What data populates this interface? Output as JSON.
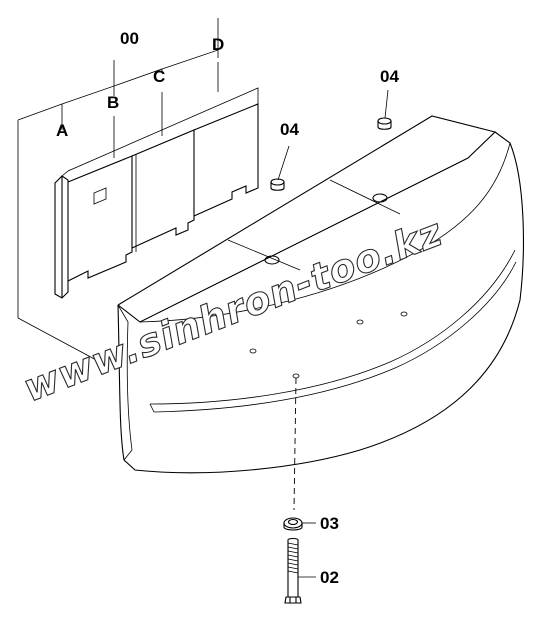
{
  "callouts": {
    "assembly": "00",
    "part_a": "A",
    "part_b": "B",
    "part_c": "C",
    "part_d": "D",
    "cap_left": "04",
    "cap_right": "04",
    "washer": "03",
    "bolt": "02"
  },
  "watermark": "www.sinhron-too.kz"
}
